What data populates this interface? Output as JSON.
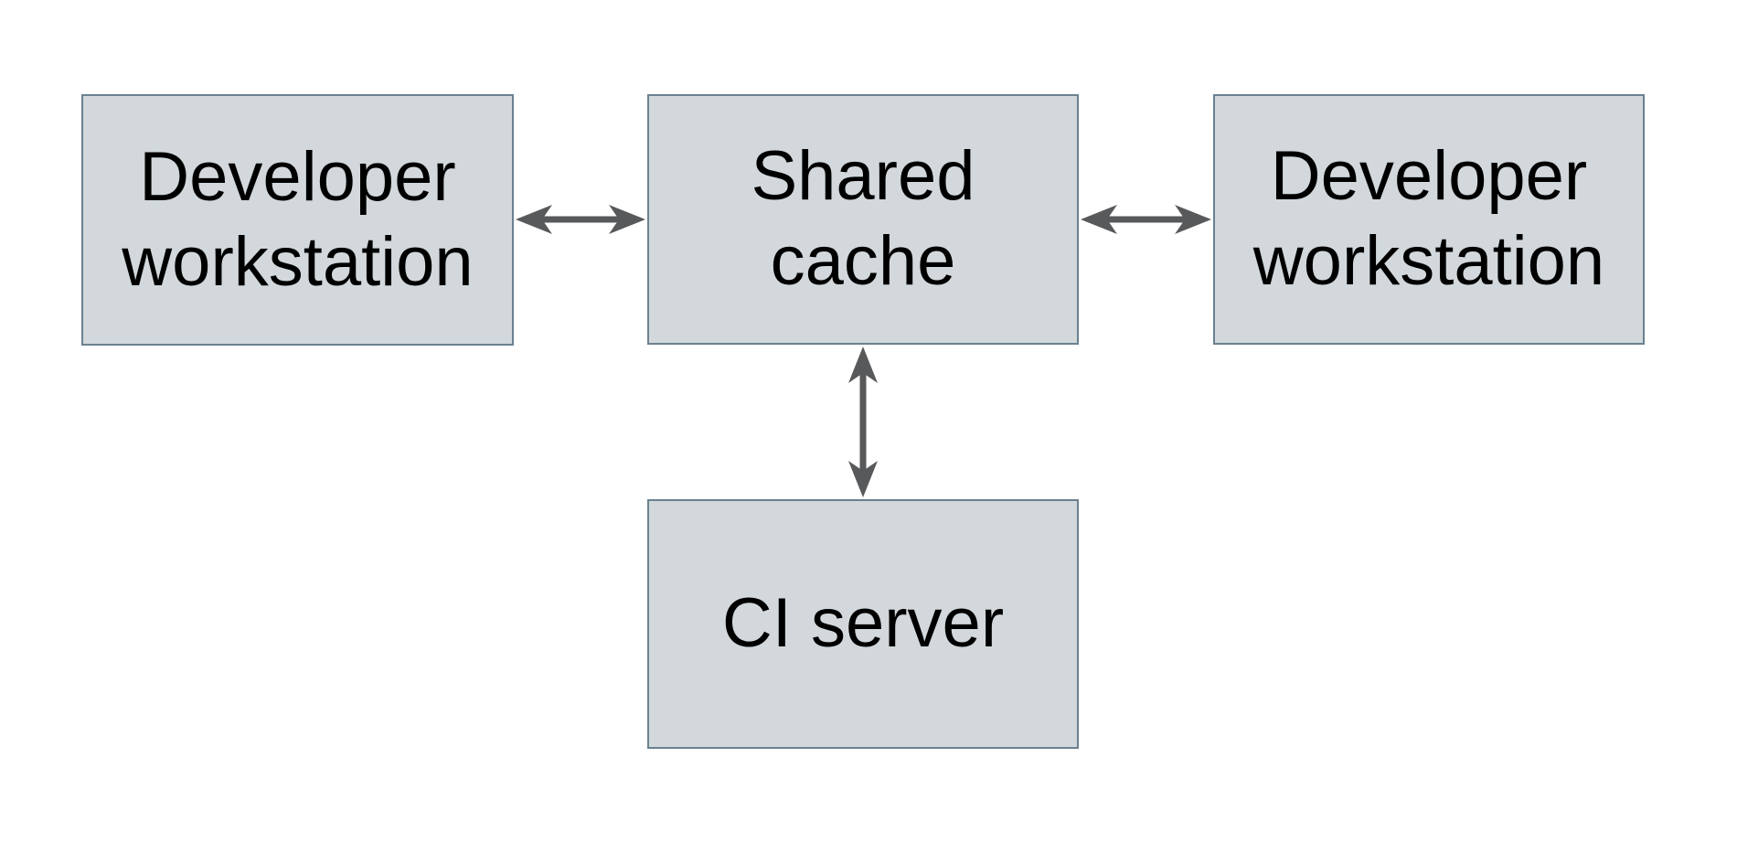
{
  "diagram": {
    "background_color": "#ffffff",
    "box_fill_color": "#d2d8db",
    "box_border_color": "#6b8191",
    "arrow_color": "#58595b",
    "text_color": "#000000",
    "nodes": [
      {
        "id": "developer-workstation-left",
        "label": "Developer\nworkstation"
      },
      {
        "id": "shared-cache",
        "label": "Shared\ncache"
      },
      {
        "id": "developer-workstation-right",
        "label": "Developer\nworkstation"
      },
      {
        "id": "ci-server",
        "label": "CI server"
      }
    ],
    "edges": [
      {
        "from": "developer-workstation-left",
        "to": "shared-cache",
        "bidirectional": true
      },
      {
        "from": "shared-cache",
        "to": "developer-workstation-right",
        "bidirectional": true
      },
      {
        "from": "shared-cache",
        "to": "ci-server",
        "bidirectional": true
      }
    ]
  }
}
